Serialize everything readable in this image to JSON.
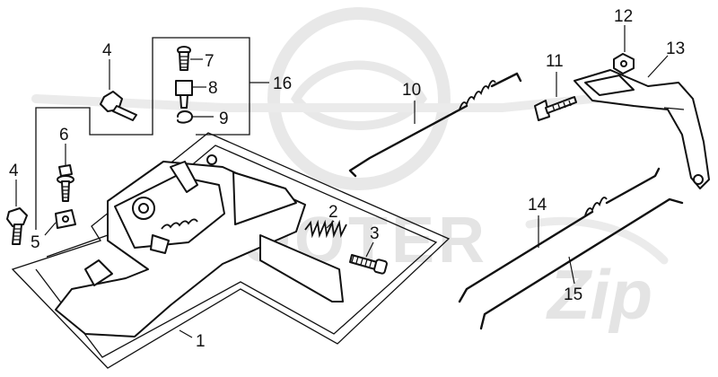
{
  "diagram": {
    "labels": [
      {
        "id": "1",
        "text": "1"
      },
      {
        "id": "2",
        "text": "2"
      },
      {
        "id": "3",
        "text": "3"
      },
      {
        "id": "4a",
        "text": "4"
      },
      {
        "id": "4b",
        "text": "4"
      },
      {
        "id": "5",
        "text": "5"
      },
      {
        "id": "6",
        "text": "6"
      },
      {
        "id": "7",
        "text": "7"
      },
      {
        "id": "8",
        "text": "8"
      },
      {
        "id": "9",
        "text": "9"
      },
      {
        "id": "10",
        "text": "10"
      },
      {
        "id": "11",
        "text": "11"
      },
      {
        "id": "12",
        "text": "12"
      },
      {
        "id": "13",
        "text": "13"
      },
      {
        "id": "14",
        "text": "14"
      },
      {
        "id": "15",
        "text": "15"
      },
      {
        "id": "16",
        "text": "16"
      }
    ],
    "watermark": {
      "line1": "SCOOTER",
      "line2": "Zip",
      "color": "#e4e4e4"
    }
  }
}
